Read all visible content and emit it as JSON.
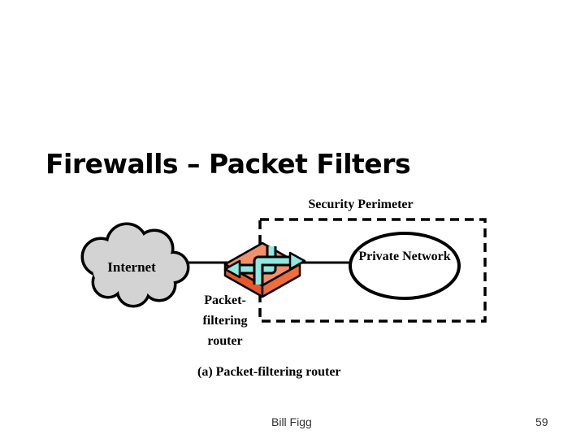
{
  "slide": {
    "title": "Firewalls – Packet Filters",
    "background_color": "#ffffff",
    "footer": {
      "author": "Bill Figg",
      "page_number": "59"
    }
  },
  "diagram": {
    "security_perimeter_label": "Security Perimeter",
    "internet_label": "Internet",
    "private_network_label": "Private Network",
    "router_label": "Packet-\nfiltering\nrouter",
    "caption": "(a) Packet-filtering router",
    "colors": {
      "cloud_fill": "#d3d3d3",
      "router_top_face": "#f2906b",
      "router_left_face": "#e6582c",
      "router_right_face": "#ee6c3e",
      "arrow": "#8de9e2",
      "line": "#000000"
    }
  }
}
